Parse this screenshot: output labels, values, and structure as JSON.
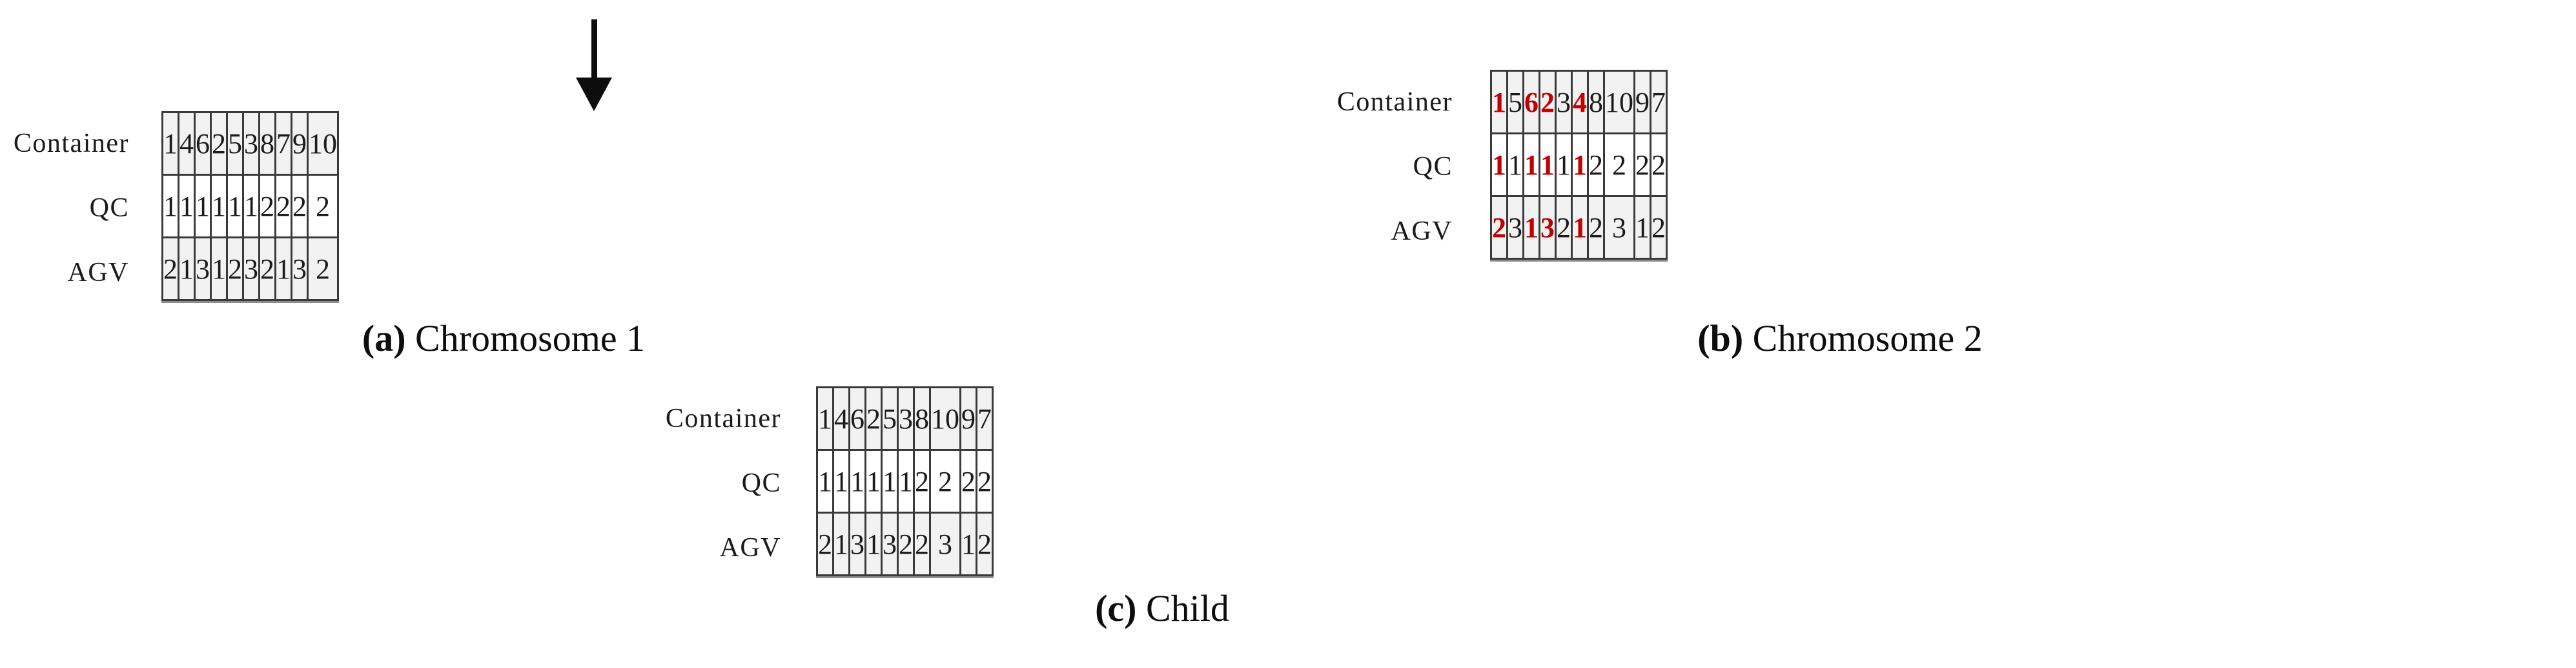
{
  "figure": {
    "highlight_color": "#c00000",
    "text_color": "#1b1b1b",
    "row_labels": [
      "Container",
      "QC",
      "AGV"
    ],
    "arrow": {
      "name": "crossover-point-arrow"
    }
  },
  "panels": [
    {
      "id": "a",
      "caption_marker": "(a)",
      "caption_text": " Chromosome 1",
      "rows": [
        {
          "label": "Container",
          "values": [
            "1",
            "4",
            "6",
            "2",
            "5",
            "3",
            "8",
            "7",
            "9",
            "10"
          ],
          "highlight": [
            false,
            false,
            false,
            false,
            false,
            false,
            false,
            false,
            false,
            false
          ]
        },
        {
          "label": "QC",
          "values": [
            "1",
            "1",
            "1",
            "1",
            "1",
            "1",
            "2",
            "2",
            "2",
            "2"
          ],
          "highlight": [
            false,
            false,
            false,
            false,
            false,
            false,
            false,
            false,
            false,
            false
          ]
        },
        {
          "label": "AGV",
          "values": [
            "2",
            "1",
            "3",
            "1",
            "2",
            "3",
            "2",
            "1",
            "3",
            "2"
          ],
          "highlight": [
            false,
            false,
            false,
            false,
            false,
            false,
            false,
            false,
            false,
            false
          ]
        }
      ]
    },
    {
      "id": "b",
      "caption_marker": "(b)",
      "caption_text": " Chromosome 2",
      "rows": [
        {
          "label": "Container",
          "values": [
            "1",
            "5",
            "6",
            "2",
            "3",
            "4",
            "8",
            "10",
            "9",
            "7"
          ],
          "highlight": [
            true,
            false,
            true,
            true,
            false,
            true,
            false,
            false,
            false,
            false
          ]
        },
        {
          "label": "QC",
          "values": [
            "1",
            "1",
            "1",
            "1",
            "1",
            "1",
            "2",
            "2",
            "2",
            "2"
          ],
          "highlight": [
            true,
            false,
            true,
            true,
            false,
            true,
            false,
            false,
            false,
            false
          ]
        },
        {
          "label": "AGV",
          "values": [
            "2",
            "3",
            "1",
            "3",
            "2",
            "1",
            "2",
            "3",
            "1",
            "2"
          ],
          "highlight": [
            true,
            false,
            true,
            true,
            false,
            true,
            false,
            false,
            false,
            false
          ]
        }
      ]
    },
    {
      "id": "c",
      "caption_marker": "(c)",
      "caption_text": " Child",
      "rows": [
        {
          "label": "Container",
          "values": [
            "1",
            "4",
            "6",
            "2",
            "5",
            "3",
            "8",
            "10",
            "9",
            "7"
          ],
          "highlight": [
            false,
            false,
            false,
            false,
            false,
            false,
            false,
            false,
            false,
            false
          ]
        },
        {
          "label": "QC",
          "values": [
            "1",
            "1",
            "1",
            "1",
            "1",
            "1",
            "2",
            "2",
            "2",
            "2"
          ],
          "highlight": [
            false,
            false,
            false,
            false,
            false,
            false,
            false,
            false,
            false,
            false
          ]
        },
        {
          "label": "AGV",
          "values": [
            "2",
            "1",
            "3",
            "1",
            "3",
            "2",
            "2",
            "3",
            "1",
            "2"
          ],
          "highlight": [
            false,
            false,
            false,
            false,
            false,
            false,
            false,
            false,
            false,
            false
          ]
        }
      ]
    }
  ]
}
